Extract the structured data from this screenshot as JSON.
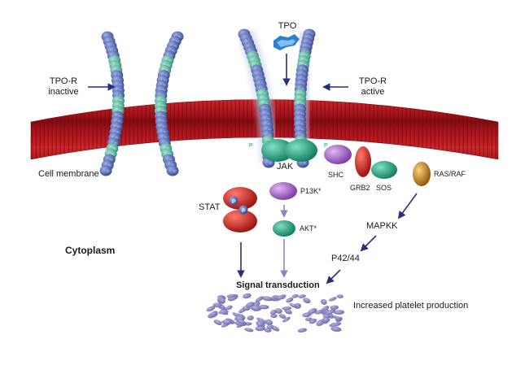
{
  "labels": {
    "tpo": "TPO",
    "tpo_r_inactive_line1": "TPO-R",
    "tpo_r_inactive_line2": "inactive",
    "tpo_r_active_line1": "TPO-R",
    "tpo_r_active_line2": "active",
    "cell_membrane": "Cell membrane",
    "jak": "JAK",
    "shc": "SHC",
    "grb2": "GRB2",
    "sos": "SOS",
    "ras_raf": "RAS/RAF",
    "stat": "STAT",
    "p13k": "P13K*",
    "akt": "AKT*",
    "mapkk": "MAPKK",
    "p42_44": "P42/44",
    "cytoplasm": "Cytoplasm",
    "signal_transduction": "Signal transduction",
    "increased_platelet_production": "Increased platelet production",
    "phospho_p": "P"
  },
  "colors": {
    "membrane_red": "#b0141c",
    "membrane_dark": "#7a0c10",
    "receptor_blue": "#4a5fa8",
    "receptor_teal": "#3ea892",
    "jak_teal": "#1f9a7a",
    "shc_purple": "#9a5cc0",
    "grb2_red": "#c01a1a",
    "sos_teal": "#1f9a7a",
    "ras_gold": "#c88a18",
    "stat_red": "#c81818",
    "p13k_purple": "#a86ac8",
    "akt_teal": "#1f9a7a",
    "platelet_purple": "#8a86c2",
    "arrow_navy": "#2b2f7a",
    "arrow_light": "#8a86c2",
    "tpo_blue": "#2f7fd0"
  }
}
